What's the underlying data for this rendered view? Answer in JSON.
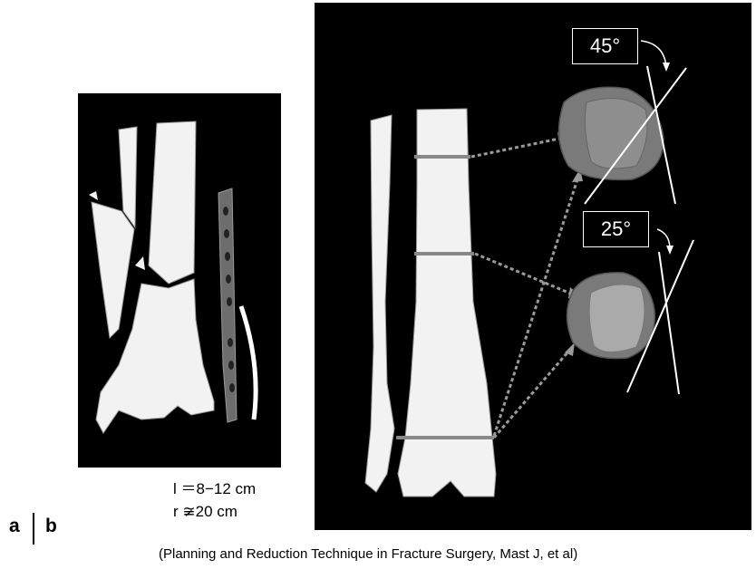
{
  "panel_a": {
    "letter": "a",
    "length_label": "l ＝8−12 cm",
    "radius_label": "r ≆20 cm"
  },
  "panel_b": {
    "letter": "b",
    "upper_angle": "45°",
    "lower_angle": "25°"
  },
  "caption": "(Planning and Reduction Technique in Fracture Surgery, Mast J, et al)"
}
